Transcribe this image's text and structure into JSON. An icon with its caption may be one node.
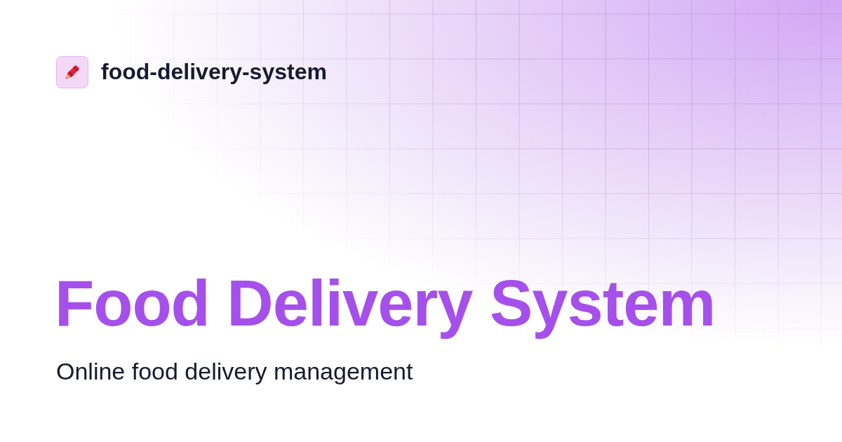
{
  "diagram": {
    "title": "Food Delivery System",
    "labels": [
      "food-delivery-system",
      "Online food delivery management"
    ]
  }
}
